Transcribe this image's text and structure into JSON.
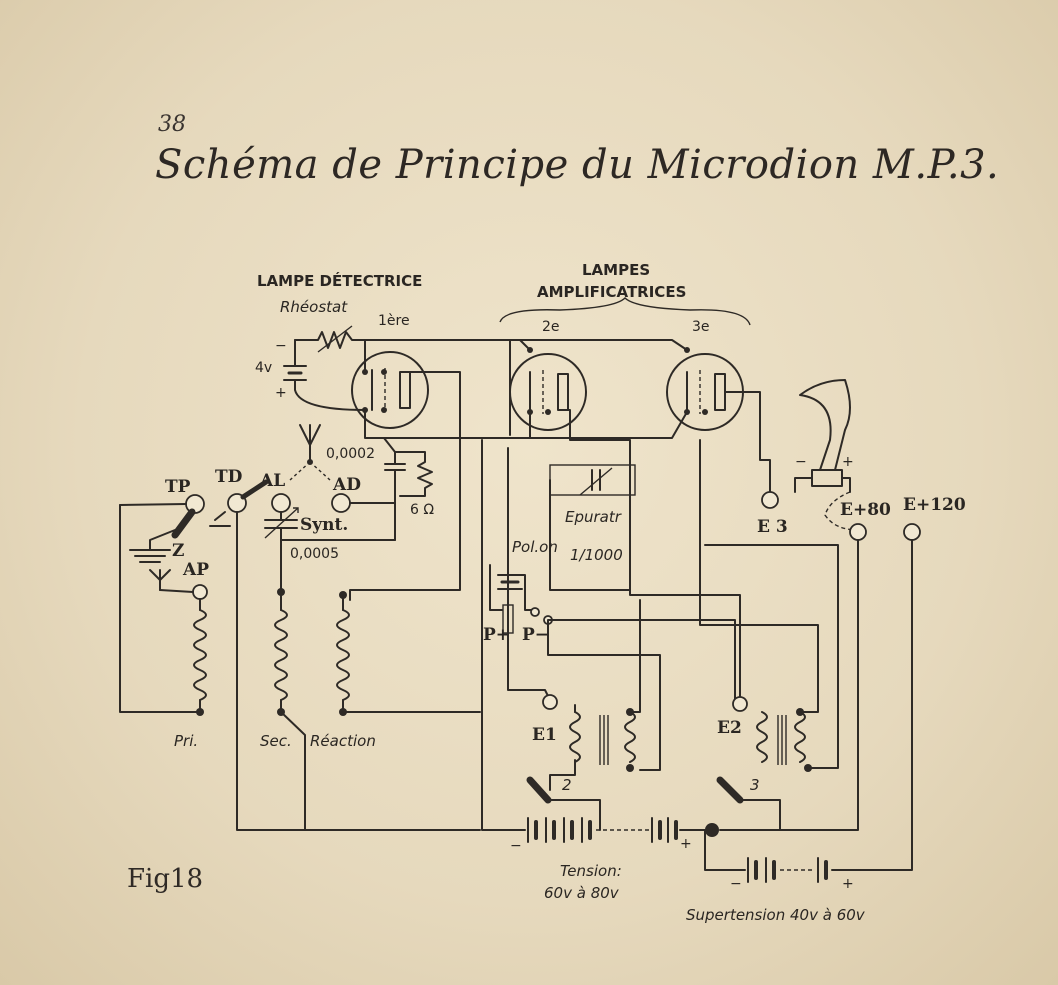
{
  "page_number": "38",
  "title": "Schéma de Principe du Microdion M.P.3.",
  "figure_label": "Fig18",
  "labels": {
    "lampe_detectrice": "LAMPE DÉTECTRICE",
    "rheostat": "Rhéostat",
    "lampe1": "1ère",
    "lampes": "LAMPES",
    "amplificatrices": "AMPLIFICATRICES",
    "lampe2": "2e",
    "lampe3": "3e",
    "four_volt": "4v",
    "minus": "−",
    "plus": "+",
    "cap_grid": "0,0002",
    "resist": "6 Ω",
    "tp": "TP",
    "td": "TD",
    "al": "AL",
    "ad": "AD",
    "synt": "Synt.",
    "cap_synt": "0,0005",
    "z": "Z",
    "ap": "AP",
    "pri": "Pri.",
    "sec": "Sec.",
    "reaction": "Réaction",
    "epurat": "Epuratr",
    "epurat_value": "1/1000",
    "pol": "Pol.on",
    "p_plus": "P+",
    "p_minus": "P−",
    "e1": "E1",
    "e2": "E2",
    "e3": "E 3",
    "e80": "E+80",
    "e120": "E+120",
    "sw2": "2",
    "sw3": "3",
    "tension": "Tension:",
    "tension_value": "60v à 80v",
    "supertension": "Supertension 40v à 60v"
  },
  "icons": [
    "antenna-icon",
    "ground-icon",
    "loudspeaker-horn-icon",
    "vacuum-tube-icon",
    "coil-icon",
    "battery-icon",
    "capacitor-icon",
    "resistor-icon",
    "transformer-icon",
    "switch-icon"
  ]
}
